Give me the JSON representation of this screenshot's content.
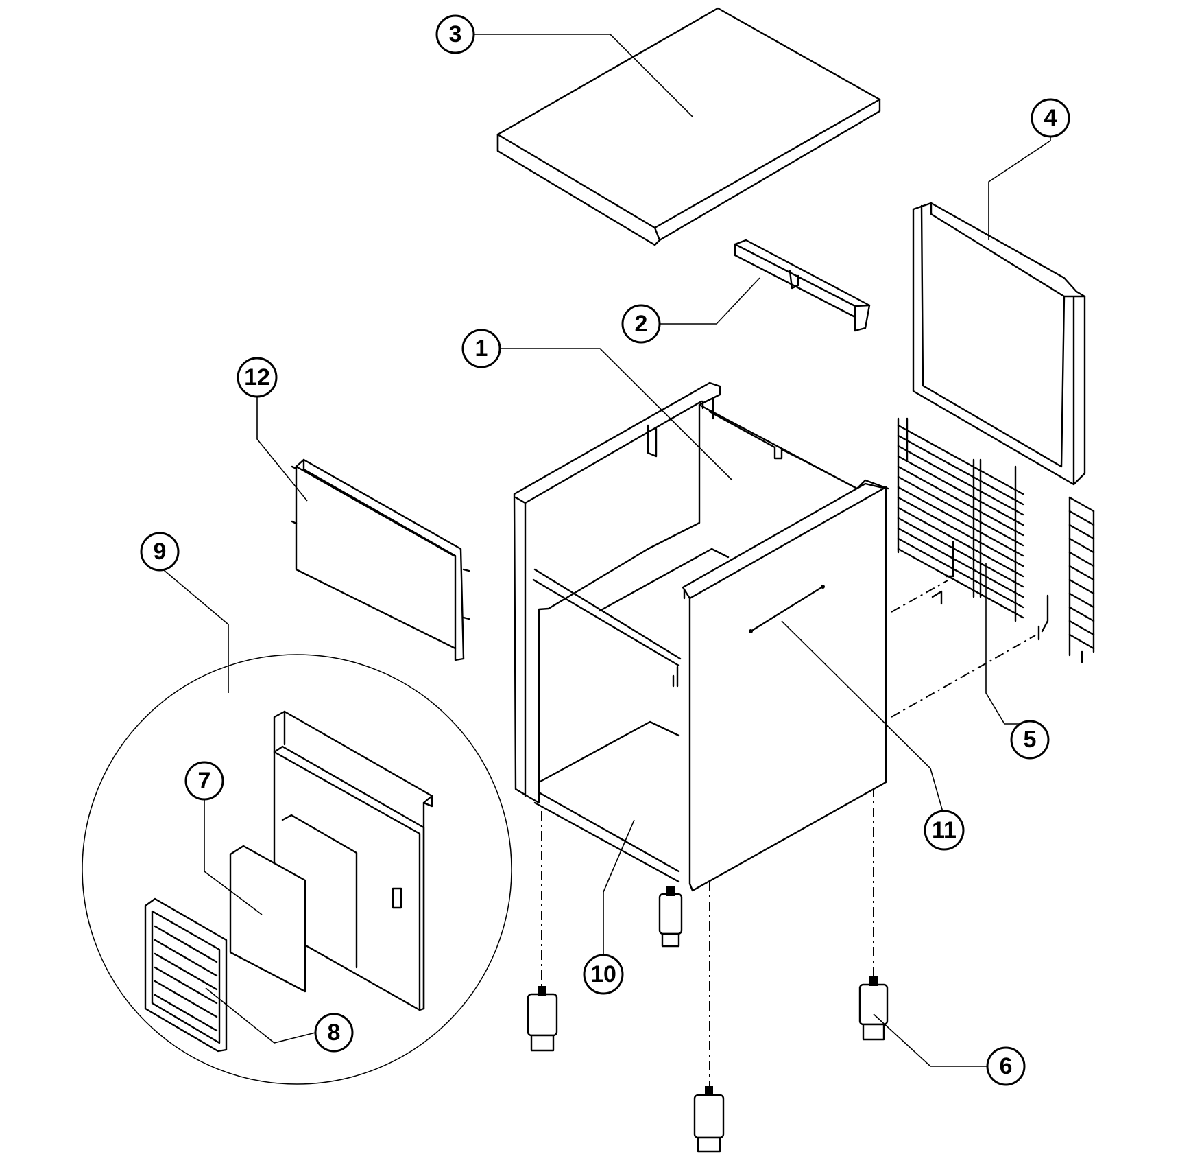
{
  "callouts": [
    {
      "id": "callout-1",
      "label": "1"
    },
    {
      "id": "callout-2",
      "label": "2"
    },
    {
      "id": "callout-3",
      "label": "3"
    },
    {
      "id": "callout-4",
      "label": "4"
    },
    {
      "id": "callout-5",
      "label": "5"
    },
    {
      "id": "callout-6",
      "label": "6"
    },
    {
      "id": "callout-7",
      "label": "7"
    },
    {
      "id": "callout-8",
      "label": "8"
    },
    {
      "id": "callout-9",
      "label": "9"
    },
    {
      "id": "callout-10",
      "label": "10"
    },
    {
      "id": "callout-11",
      "label": "11"
    },
    {
      "id": "callout-12",
      "label": "12"
    }
  ]
}
